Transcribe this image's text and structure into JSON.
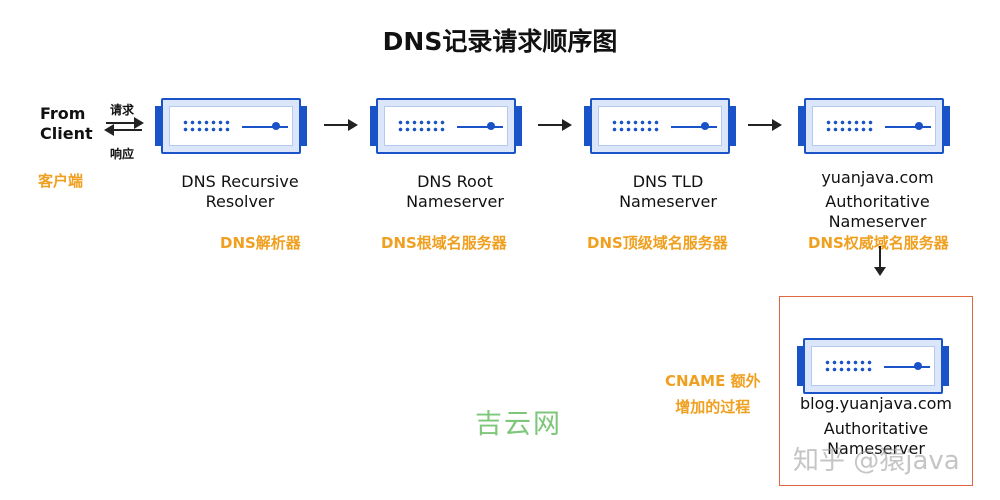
{
  "title": "DNS记录请求顺序图",
  "client": {
    "label": "From Client",
    "cn_label": "客户端",
    "request_label": "请求",
    "response_label": "响应"
  },
  "servers": [
    {
      "label_line1": "DNS Recursive",
      "label_line2": "Resolver",
      "cn_label": "DNS解析器"
    },
    {
      "label_line1": "DNS Root",
      "label_line2": "Nameserver",
      "cn_label": "DNS根域名服务器"
    },
    {
      "label_line1": "DNS TLD",
      "label_line2": "Nameserver",
      "cn_label": "DNS顶级域名服务器"
    },
    {
      "domain": "yuanjava.com",
      "label_line1": "Authoritative",
      "label_line2": "Nameserver",
      "cn_label": "DNS权威域名服务器"
    }
  ],
  "cname": {
    "note_line1": "CNAME 额外",
    "note_line2": "增加的过程",
    "domain": "blog.yuanjava.com",
    "label_line1": "Authoritative",
    "label_line2": "Nameserver"
  },
  "watermarks": {
    "site": "吉云网",
    "author": "知乎 @猿java"
  },
  "colors": {
    "server_blue": "#1a53c7",
    "cn_label_orange": "#f0a020",
    "cname_box_border": "#e06840"
  }
}
